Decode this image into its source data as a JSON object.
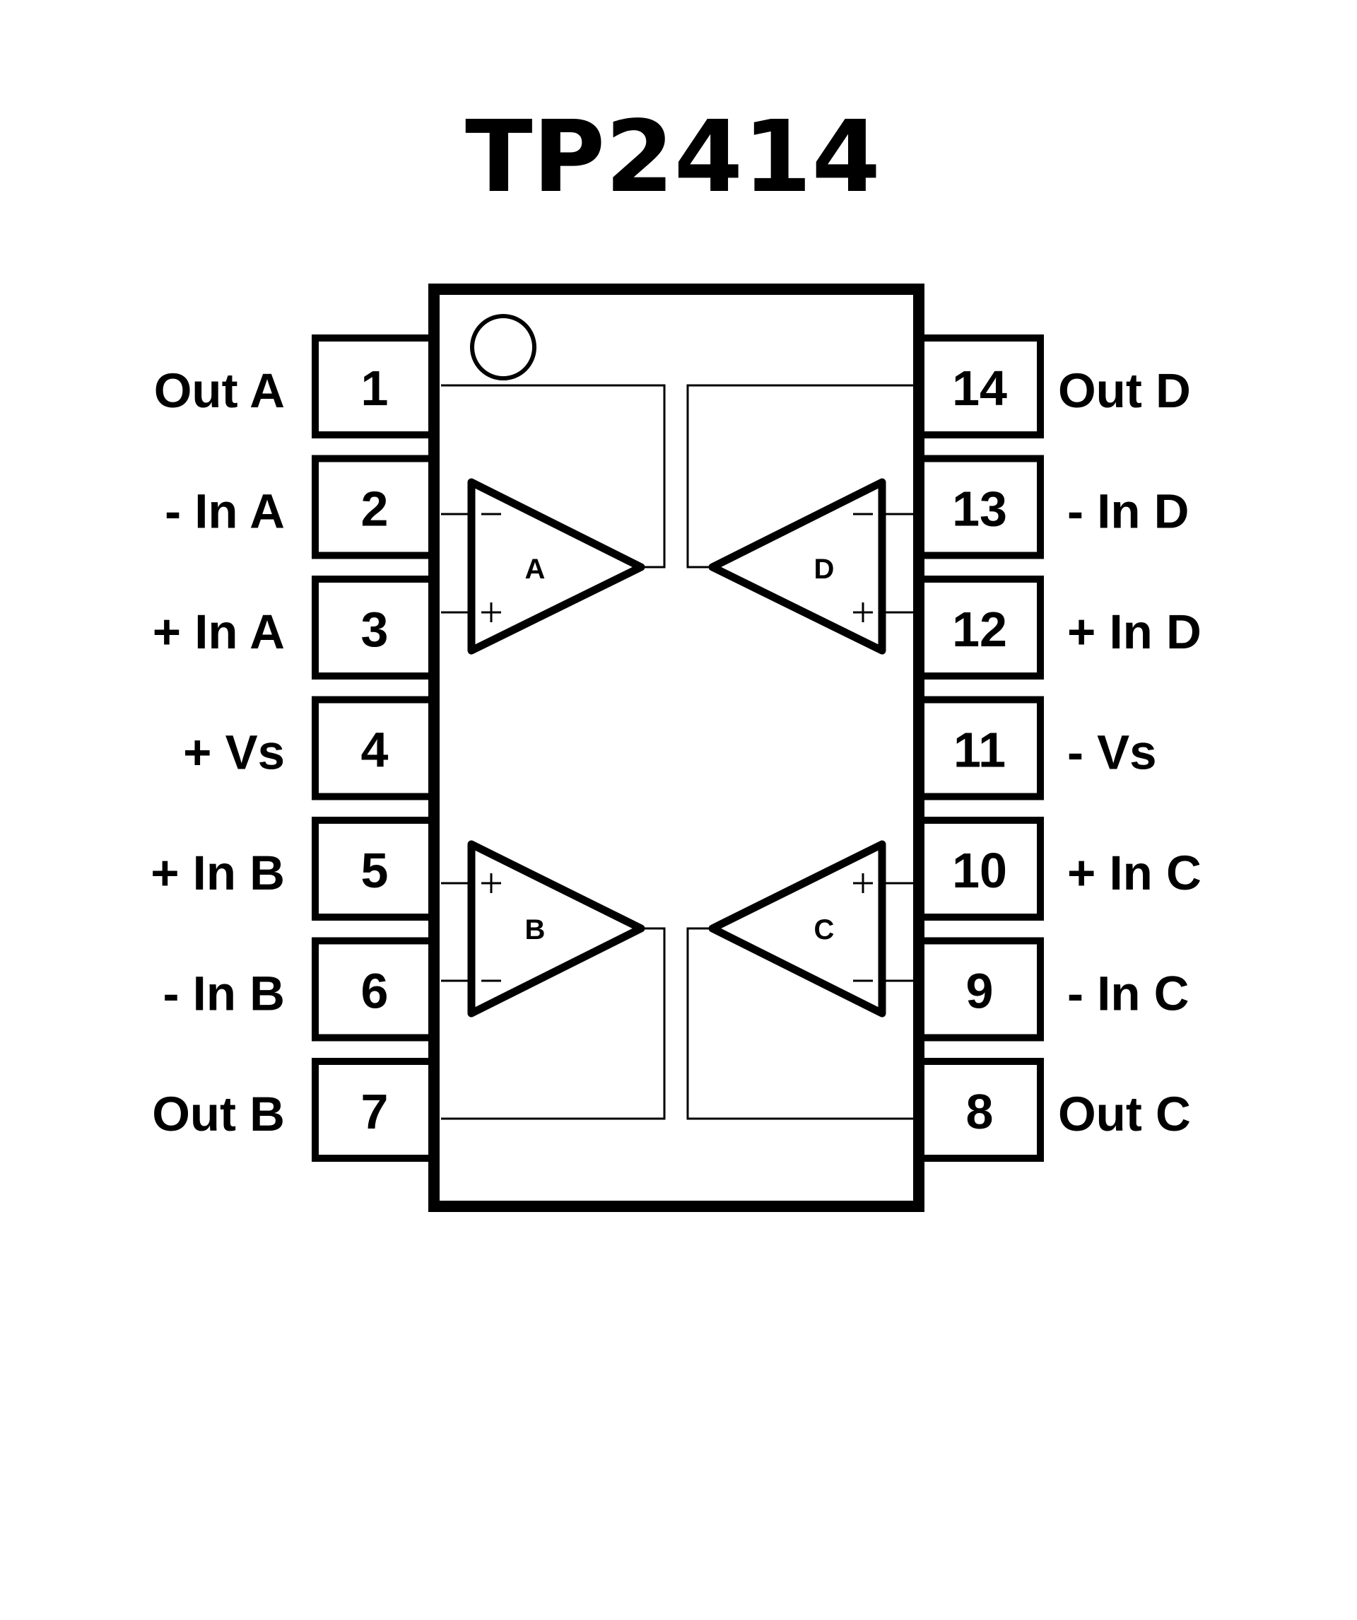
{
  "title": "TP2414",
  "colors": {
    "ink": "#000000",
    "background": "#ffffff"
  },
  "package": {
    "pin_count": 14,
    "notch": "pin-1-indicator-circle"
  },
  "pins": {
    "left": [
      {
        "number": "1",
        "label": "Out A"
      },
      {
        "number": "2",
        "label": "- In A"
      },
      {
        "number": "3",
        "label": "+ In A"
      },
      {
        "number": "4",
        "label": "+ Vs"
      },
      {
        "number": "5",
        "label": "+ In B"
      },
      {
        "number": "6",
        "label": "- In B"
      },
      {
        "number": "7",
        "label": "Out B"
      }
    ],
    "right": [
      {
        "number": "14",
        "label": "Out D"
      },
      {
        "number": "13",
        "label": "- In D"
      },
      {
        "number": "12",
        "label": "+ In D"
      },
      {
        "number": "11",
        "label": "- Vs"
      },
      {
        "number": "10",
        "label": "+ In C"
      },
      {
        "number": "9",
        "label": "- In C"
      },
      {
        "number": "8",
        "label": "Out C"
      }
    ]
  },
  "amplifiers": [
    {
      "name": "A",
      "top_input": "−",
      "bottom_input": "+"
    },
    {
      "name": "D",
      "top_input": "−",
      "bottom_input": "+"
    },
    {
      "name": "B",
      "top_input": "+",
      "bottom_input": "−"
    },
    {
      "name": "C",
      "top_input": "+",
      "bottom_input": "−"
    }
  ]
}
